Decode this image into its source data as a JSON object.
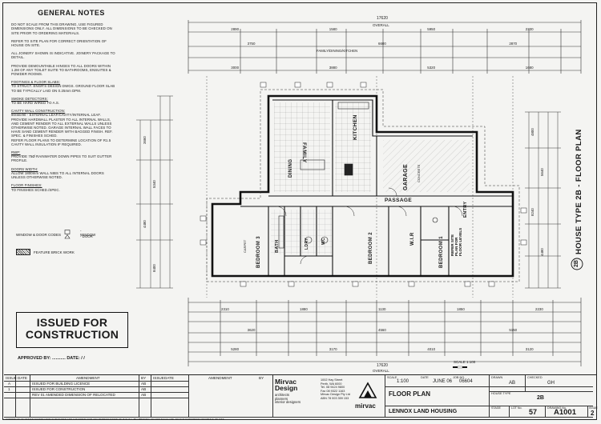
{
  "notes": {
    "title": "GENERAL NOTES",
    "items": [
      {
        "id": "n1",
        "text": "DO NOT SCALE FROM THIS DRAWING, USE FIGURED\nDIMENSIONS ONLY. ALL DIMENSIONS TO BE CHECKED ON\nSITE PRIOR TO ORDERING MATERIALS."
      },
      {
        "id": "n2",
        "text": "REFER TO SITE PLAN FOR CORRECT ORIENTATION OF\nHOUSE ON SITE."
      },
      {
        "id": "n3",
        "text": "ALL JOINERY SHOWN IS INDICATIVE. JOINERY PACKAGE TO\nDETAIL."
      },
      {
        "id": "n4",
        "text": "PROVIDE DEMOUNTABLE HINGES TO ALL DOORS WITHIN\n1.2M OF ANY TOILET SUITE TO BATHROOMS, ENSUITES &\nPOWDER ROOMS."
      },
      {
        "id": "n5",
        "head": "FOOTINGS & FLOOR SLABS:",
        "text": "TO STRUCT. ENGR'S DESIGN DWGS. GROUND FLOOR SLAB\nTO BE TYPICALLY LAID ON 0.25mm DPM."
      },
      {
        "id": "n6",
        "head": "SMOKE DETECTORS:",
        "text": "TO BE HARD WIRED TO A.S."
      },
      {
        "id": "n7",
        "head": "CAVITY WALL CONSTRUCTION:",
        "text": "90/SE/90 - EXTERNAL LEAF/CAVITY/INTERNAL LEAF.\nPROVIDE HARDWALL PLASTER TO ALL INTERNAL WALLS,\nAND CEMENT RENDER TO ALL EXTERNAL WALLS UNLESS\nOTHERWISE NOTED. GARAGE INTERNAL WALL FACES TO\nHAVE SAND CEMENT RENDER WITH BAGGED FINISH. REF.\nSPEC. & FINISHES SCHED.\nREFER FLOOR PLANS TO DETERMINE LOCATION OF R1.5\nCAVITY WALL INSULATION IF REQUIRED."
      },
      {
        "id": "n8",
        "head": "RWP:",
        "text": "PROVIDE 75Ø RAINWATER DOWN PIPES TO SUIT GUTTER\nPROFILE."
      },
      {
        "id": "n9",
        "head": "DOORS WIDTH:",
        "text": "ALLOW 1800mm WALL NIBS TO ALL INTERNAL DOORS\nUNLESS OTHERWISE NOTED."
      },
      {
        "id": "n10",
        "head": "FLOOR FINISHES:",
        "text": "TO FINISHES SCHED./SPEC."
      }
    ],
    "window_door_codes_label": "WINDOW & DOOR CODES",
    "window_label": "- WINDOW",
    "door_label": "- DOOR",
    "feature_brick_label": "FEATURE BRICK WORK"
  },
  "stamp": {
    "line1": "ISSUED FOR",
    "line2": "CONSTRUCTION",
    "approved": "APPROVED BY: ........... DATE:  /  /"
  },
  "plan": {
    "overall_top": "17620",
    "overall_top_label": "OVERALL",
    "overall_bottom": "17620",
    "overall_bottom_label": "OVERALL",
    "top_dims_row1": [
      "2890",
      "1580",
      "5950",
      "2330"
    ],
    "top_dims_row2": [
      "3750",
      "6600",
      "2870"
    ],
    "top_dims_row3": [
      "3000",
      "3880",
      "5320",
      "1680"
    ],
    "family_kitchen_label": "FAMILY/DINING/KITCHEN",
    "bottom_dims_row1": [
      "2310",
      "1880",
      "1130",
      "1850",
      "2230"
    ],
    "bottom_dims_row2": [
      "3620",
      "4560",
      "5150"
    ],
    "bottom_dims_row3": [
      "5280",
      "3170",
      "4010",
      "3120"
    ],
    "rooms": [
      {
        "id": "family",
        "label": "FAMILY"
      },
      {
        "id": "dining",
        "label": "DINING"
      },
      {
        "id": "kitchen",
        "label": "KITCHEN"
      },
      {
        "id": "garage",
        "label": "GARAGE"
      },
      {
        "id": "passage",
        "label": "PASSAGE"
      },
      {
        "id": "entry",
        "label": "ENTRY"
      },
      {
        "id": "bed3",
        "label": "BEDROOM 3"
      },
      {
        "id": "bath",
        "label": "BATH"
      },
      {
        "id": "ldry",
        "label": "LDRY"
      },
      {
        "id": "wc",
        "label": "WC"
      },
      {
        "id": "bed2",
        "label": "BEDROOM 2"
      },
      {
        "id": "wir",
        "label": "W.I.R"
      },
      {
        "id": "bed1",
        "label": "BEDROOM 1"
      }
    ],
    "refer_note": "REFER SITE\nPLAN FOR\nFLOOR LEVELS",
    "carpet_label": "CARPET",
    "concrete_label": "CONCRETE",
    "scale_label": "SCALE 1:100",
    "house_type_title": "HOUSE TYPE 2B - FLOOR PLAN",
    "house_code": "2B",
    "side_dims_left": [
      "3660",
      "5340",
      "4480",
      "8400"
    ],
    "side_dims_right": [
      "4800",
      "5640",
      "8240",
      "4480"
    ]
  },
  "title_block": {
    "headers": {
      "issue": "ISSUE",
      "date": "DATE",
      "amendment": "AMENDMENT",
      "by": "BY"
    },
    "revisions": [
      {
        "issue": "A",
        "date": "",
        "amendment": "ISSUED FOR BUILDING LICENCE",
        "by": "AB"
      },
      {
        "issue": "1",
        "date": "",
        "amendment": "ISSUED FOR CONSTRUCTION",
        "by": "AB"
      },
      {
        "issue": "",
        "date": "",
        "amendment": "REV 01 AMENDED DIMENSION OF RELOCATED",
        "by": "AB"
      }
    ],
    "company": "Mirvac\nDesign",
    "company_sub": "architects\nplanners\ninterior designers",
    "address": "1002 Hay Street\nPerth, WA 6000\nTel. 08 9424 9800\nFax 08 9322 1163\nMirvac Design Pty Ltd\nABN 78 003 359 153",
    "brand": "mirvac",
    "scale_label": "SCALE",
    "scale_value": "1:100",
    "date_label": "DATE",
    "date_value": "JUNE 06",
    "job_label": "JOB NO.",
    "job_value": "06604",
    "drawn_label": "DRAWN",
    "drawn_value": "AB",
    "checked_label": "CHECKED",
    "checked_value": "GH",
    "house_type_label": "HOUSE TYPE",
    "house_type_value": "2B",
    "title1": "FLOOR PLAN",
    "title2": "LENNOX LAND HOUSING",
    "stage_label": "STAGE",
    "lot_label": "LOT No.",
    "lot_value": "57",
    "drawing_no_label": "DRAWING No.",
    "drawing_no_value": "A1001",
    "issue_label": "ISSUE",
    "issue_value": "2",
    "copyright": "COPYRIGHT OF DESIGN SHOWN HERE IS RETAINED AND AUTHORITY FOR ANY REPRODUCTION OF IT SHALL BE OBTAINED. DO NOT SCALE OFF. DO NOT SUPERSEDE DRAWINGS ON SITE"
  }
}
